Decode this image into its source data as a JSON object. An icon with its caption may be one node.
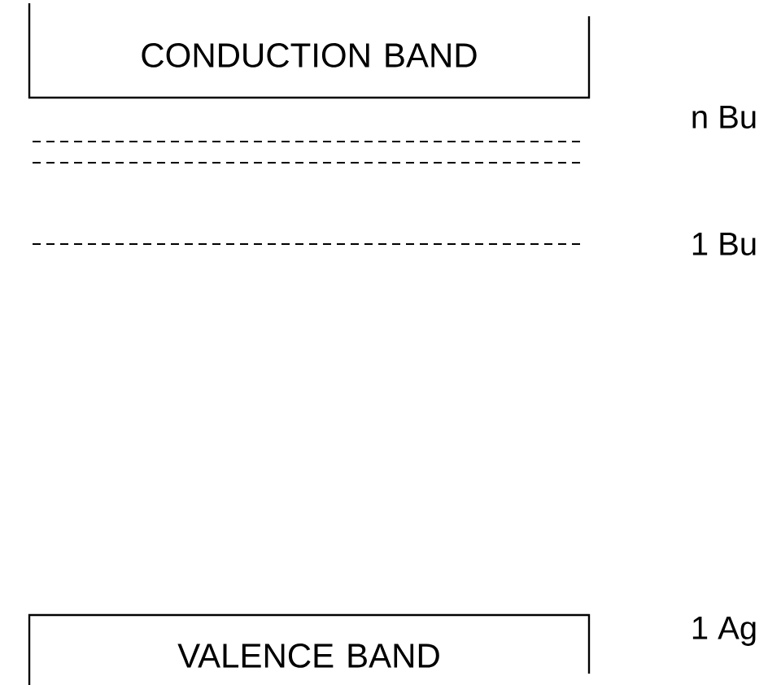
{
  "diagram": {
    "nodes": [
      {
        "text": [
          "CONDUCTION BAND"
        ]
      },
      {
        "text": [
          "VALENCE BAND"
        ]
      }
    ],
    "labels": [
      "n Bu",
      "1 Bu",
      "1 Ag"
    ]
  }
}
